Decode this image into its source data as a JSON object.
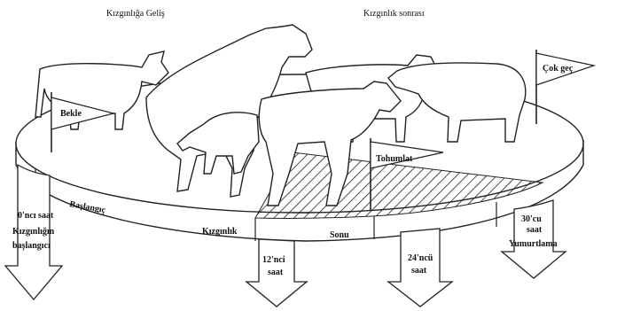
{
  "headers": {
    "left": "Kızgınlığa Geliş",
    "right": "Kızgınlık sonrası"
  },
  "flags": {
    "wait": "Bekle",
    "breed": "Tohumlat",
    "too_late": "Çok geç"
  },
  "disc_labels": {
    "start": "Başlangıç",
    "heat": "Kızgınlık",
    "end": "Sonu"
  },
  "arrows": {
    "hour0_line1": "0'ncı saat",
    "hour0_line2": "Kızgınlığın",
    "hour0_line3": "başlangıcı",
    "hour12_line1": "12'nci",
    "hour12_line2": "saat",
    "hour24_line1": "24'ncü",
    "hour24_line2": "saat",
    "hour30_line1": "30'cu",
    "hour30_line2": "saat",
    "hour30_line3": "Yumurtlama"
  }
}
